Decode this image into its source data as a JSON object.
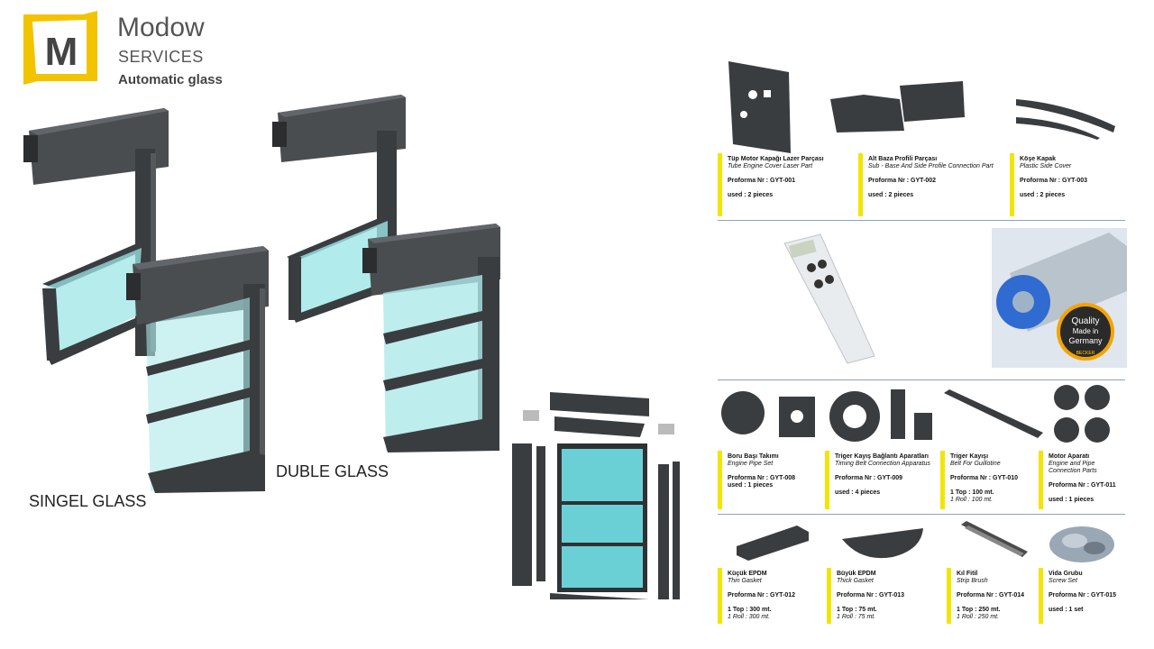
{
  "brand": {
    "name": "Modow",
    "services": "SERVICES",
    "tagline": "Automatic glass",
    "logo_letter": "M",
    "accent": "#f2c400"
  },
  "labels": {
    "single": "SINGEL GLASS",
    "double": "DUBLE GLASS"
  },
  "badge": {
    "line1": "Quality",
    "line2": "Made in",
    "line3": "Germany",
    "brand": "BECKER"
  },
  "parts": [
    {
      "title": "Tüp Motor Kapağı Lazer Parçası",
      "subtitle": "Tube Engine Cover Laser Part",
      "proforma": "Proforma Nr : GYT-001",
      "used": "used :  2 pieces",
      "used2": ""
    },
    {
      "title": "Alt Baza Profili Parçası",
      "subtitle": "Sub - Base And Side Profile Connection Part",
      "proforma": "Proforma Nr : GYT-002",
      "used": "used :  2 pieces",
      "used2": ""
    },
    {
      "title": "Köşe Kapak",
      "subtitle": "Plastic Side Cover",
      "proforma": "Proforma Nr : GYT-003",
      "used": "used :  2 pieces",
      "used2": ""
    },
    {
      "title": "Boru Başı Takımı",
      "subtitle": "Engine Pipe Set",
      "proforma": "Proforma Nr : GYT-008",
      "used": "used :  1 pieces",
      "used2": ""
    },
    {
      "title": "Triger Kayış Bağlantı Aparatları",
      "subtitle": "Timing Belt Connection Apparatus",
      "proforma": "Proforma Nr : GYT-009",
      "used": "used :  4 pieces",
      "used2": ""
    },
    {
      "title": "Triger Kayışı",
      "subtitle": "Belt For Guillotine",
      "proforma": "Proforma Nr : GYT-010",
      "used": "1 Top : 100 mt.",
      "used2": "1 Roll : 100 mt."
    },
    {
      "title": "Motor Aparatı",
      "subtitle": "Engine and Pipe Connection Parts",
      "proforma": "Proforma Nr : GYT-011",
      "used": "used :  1 pieces",
      "used2": ""
    },
    {
      "title": "Küçük EPDM",
      "subtitle": "Thin Gasket",
      "proforma": "Proforma Nr : GYT-012",
      "used": "1 Top : 300 mt.",
      "used2": "1 Roll : 300 mt."
    },
    {
      "title": "Büyük EPDM",
      "subtitle": "Thick Gasket",
      "proforma": "Proforma Nr : GYT-013",
      "used": "1 Top : 75 mt.",
      "used2": "1 Roll : 75 mt."
    },
    {
      "title": "Kıl Fitil",
      "subtitle": "Strip Brush",
      "proforma": "Proforma Nr : GYT-014",
      "used": "1 Top : 250 mt.",
      "used2": "1 Roll : 250 mt."
    },
    {
      "title": "Vida Grubu",
      "subtitle": "Screw Set",
      "proforma": "Proforma Nr : GYT-015",
      "used": "used :  1 set",
      "used2": ""
    }
  ]
}
